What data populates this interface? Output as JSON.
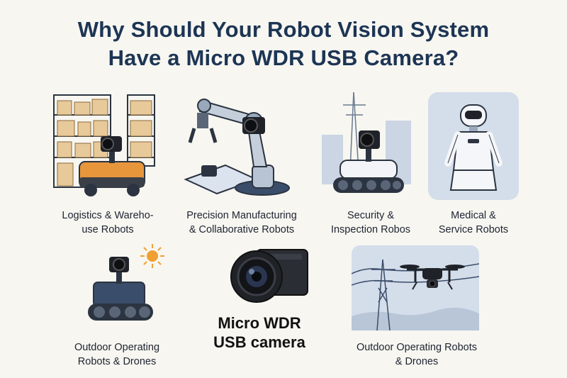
{
  "title": {
    "line1": "Why Should Your Robot Vision System",
    "line2": "Have a Micro WDR USB Camera?"
  },
  "sections": [
    {
      "line1": "Logistics & Wareho-",
      "line2": "use Robots",
      "icon": "warehouse-robot"
    },
    {
      "line1": "Precision Manufacturing",
      "line2": "& Collaborative Robots",
      "icon": "robotic-arm"
    },
    {
      "line1": "Security &",
      "line2": "Inspection Robos",
      "icon": "inspection-robot"
    },
    {
      "line1": "Medical &",
      "line2": "Service Robots",
      "icon": "humanoid-robot"
    },
    {
      "line1": "Outdoor Operating",
      "line2": "Robots & Drones",
      "icon": "outdoor-robot"
    },
    {
      "line1": "Outdoor Operating Robots",
      "line2": "& Drones",
      "icon": "drone"
    }
  ],
  "center": {
    "line1": "Micro WDR",
    "line2": "USB camera",
    "icon": "usb-camera-module"
  },
  "colors": {
    "title": "#1d3554",
    "robot_orange": "#e8963c",
    "panel_blue": "#dbe3ee",
    "steel_blue": "#4a6a94",
    "sun": "#f0a030"
  }
}
